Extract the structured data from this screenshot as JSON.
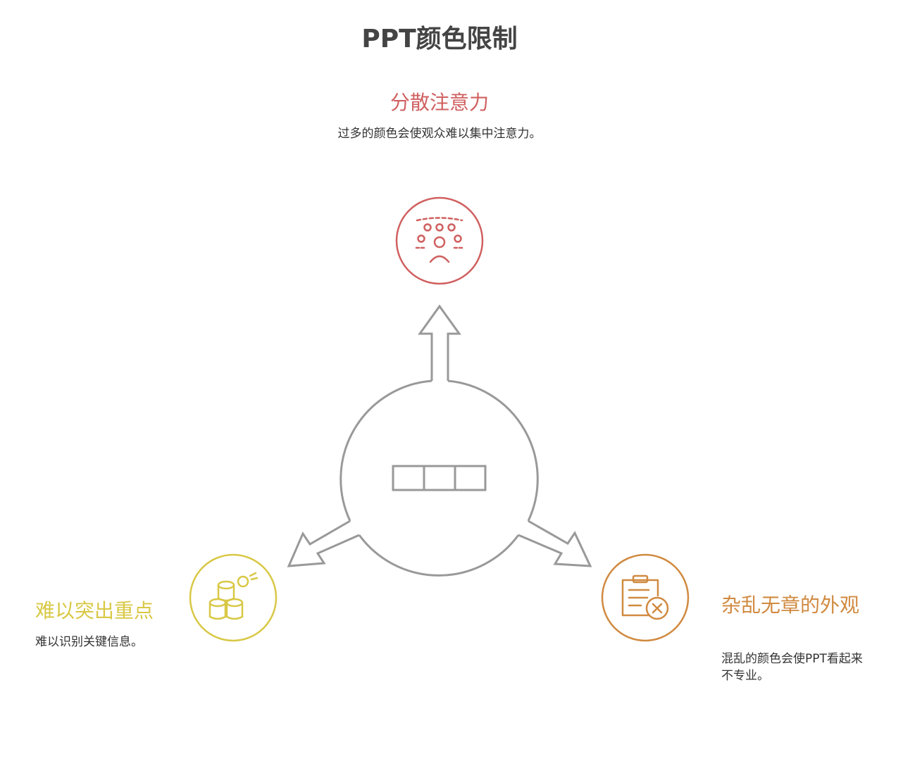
{
  "title": "PPT颜色限制",
  "colors": {
    "top": "#d06060",
    "left": "#d8c845",
    "right": "#d08a40",
    "hub": "#999999"
  },
  "top": {
    "title": "分散注意力",
    "description": "过多的颜色会使观众难以集中注意力。",
    "icon": "crowd-distracted-icon"
  },
  "left": {
    "title": "难以突出重点",
    "description": "难以识别关键信息。",
    "icon": "stacked-coins-icon"
  },
  "right": {
    "title": "杂乱无章的外观",
    "description": "混乱的颜色会使PPT看起来不专业。",
    "icon": "clipboard-x-icon"
  },
  "hub": {
    "icon": "three-box-icon"
  }
}
